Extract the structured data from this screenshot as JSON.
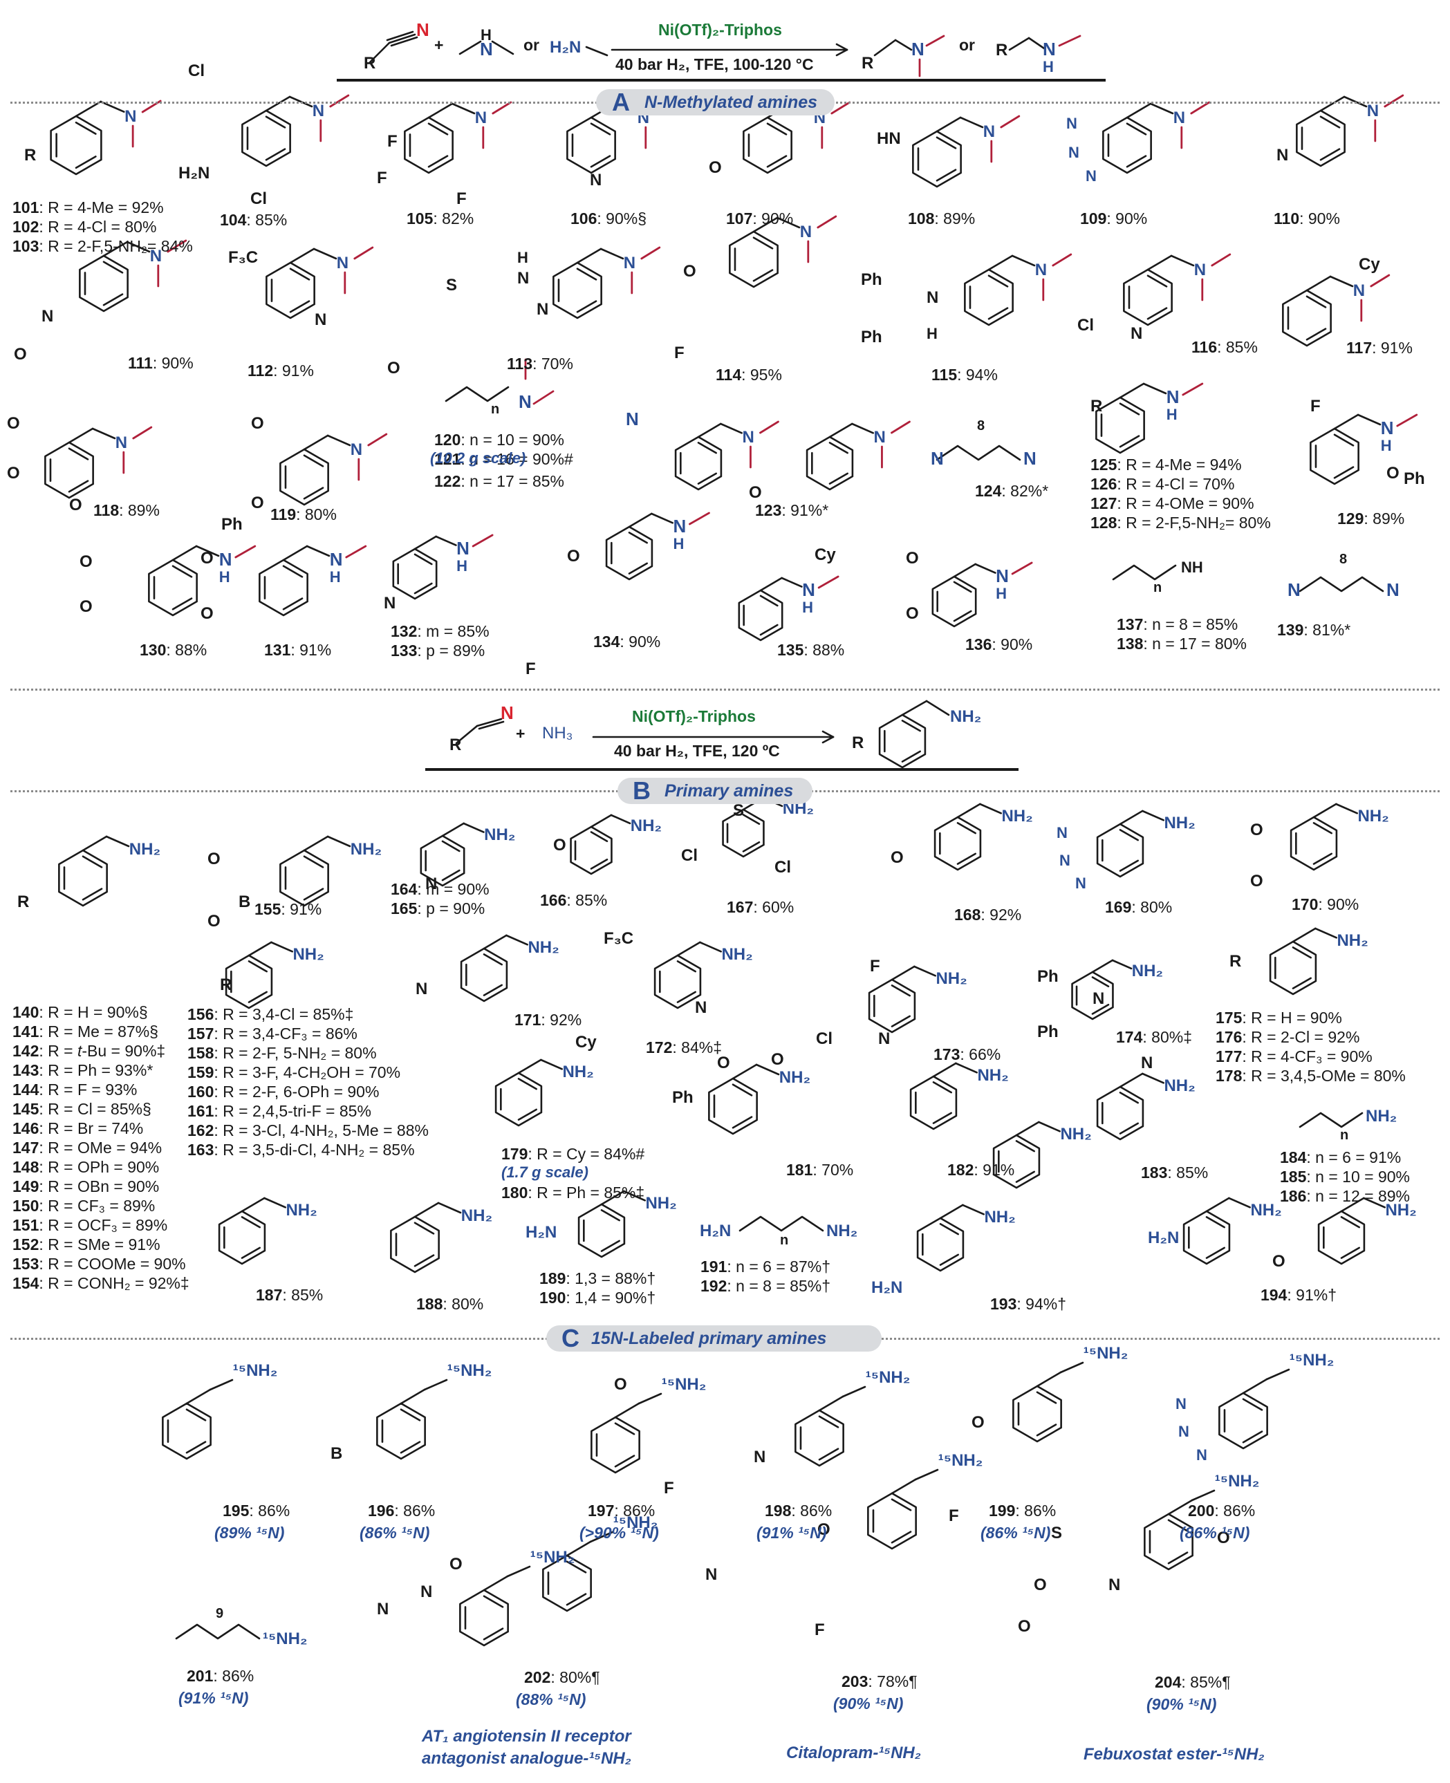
{
  "scheme1": {
    "catalyst": "Ni(OTf)₂-Triphos",
    "conditions": "40 bar H₂, TFE, 100-120 °C",
    "plus": "+",
    "or1": "or",
    "or2": "or",
    "r": "R",
    "n": "N",
    "h": "H",
    "h2n": "H₂N"
  },
  "scheme2": {
    "catalyst": "Ni(OTf)₂-Triphos",
    "conditions": "40 bar H₂, TFE, 120 ºC",
    "plus": "+",
    "nh3": "NH₃",
    "r": "R",
    "n": "N",
    "nh2": "NH₂"
  },
  "sections": {
    "A": {
      "letter": "A",
      "title": "N-Methylated amines"
    },
    "B": {
      "letter": "B",
      "title": "Primary amines"
    },
    "C": {
      "letter": "C",
      "title": "15N-Labeled primary amines"
    }
  },
  "captionsA": [
    {
      "id": "c101",
      "text": "101: R = 4-Me = 92%"
    },
    {
      "id": "c102",
      "text": "102: R = 4-Cl = 80%"
    },
    {
      "id": "c103",
      "text": "103: R = 2-F,5-NH₂= 84%"
    },
    {
      "id": "c104",
      "text": "104: 85%"
    },
    {
      "id": "c105",
      "text": "105: 82%"
    },
    {
      "id": "c106",
      "text": "106: 90%§"
    },
    {
      "id": "c107",
      "text": "107: 90%"
    },
    {
      "id": "c108",
      "text": "108: 89%"
    },
    {
      "id": "c109",
      "text": "109: 90%"
    },
    {
      "id": "c110",
      "text": "110: 90%"
    },
    {
      "id": "c111",
      "text": "111: 90%"
    },
    {
      "id": "c112",
      "text": "112: 91%"
    },
    {
      "id": "c113",
      "text": "113: 70%"
    },
    {
      "id": "c114",
      "text": "114: 95%"
    },
    {
      "id": "c115",
      "text": "115: 94%"
    },
    {
      "id": "c116",
      "text": "116: 85%"
    },
    {
      "id": "c117",
      "text": "117: 91%"
    },
    {
      "id": "c118",
      "text": "118: 89%"
    },
    {
      "id": "c119",
      "text": "119: 80%"
    },
    {
      "id": "c120",
      "text": "120: n = 10 = 90%"
    },
    {
      "id": "c121",
      "text": "121: n = 16 = 90%#"
    },
    {
      "id": "c122",
      "text": "122: n = 17 = 85%"
    },
    {
      "id": "c123",
      "text": "123: 91%*"
    },
    {
      "id": "c124",
      "text": "124: 82%*"
    },
    {
      "id": "c125",
      "text": "125: R = 4-Me = 94%"
    },
    {
      "id": "c126",
      "text": "126: R = 4-Cl = 70%"
    },
    {
      "id": "c127",
      "text": "127: R = 4-OMe = 90%"
    },
    {
      "id": "c128",
      "text": "128: R = 2-F,5-NH₂= 80%"
    },
    {
      "id": "c129",
      "text": "129: 89%"
    },
    {
      "id": "c130",
      "text": "130: 88%"
    },
    {
      "id": "c131",
      "text": "131: 91%"
    },
    {
      "id": "c132",
      "text": "132: m = 85%"
    },
    {
      "id": "c133",
      "text": "133: p = 89%"
    },
    {
      "id": "c134",
      "text": "134: 90%"
    },
    {
      "id": "c135",
      "text": "135: 88%"
    },
    {
      "id": "c136",
      "text": "136: 90%"
    },
    {
      "id": "c137",
      "text": "137: n = 8 = 85%"
    },
    {
      "id": "c138",
      "text": "138: n = 17 = 80%"
    },
    {
      "id": "c139",
      "text": "139: 81%*"
    }
  ],
  "notesA": {
    "scale121": "(10.2 g scale)"
  },
  "captionsB": [
    {
      "id": "c140",
      "text": "140: R = H = 90%§"
    },
    {
      "id": "c141",
      "text": "141: R = Me = 87%§"
    },
    {
      "id": "c142",
      "text": "142: R = t-Bu = 90%‡"
    },
    {
      "id": "c143",
      "text": "143: R = Ph = 93%*"
    },
    {
      "id": "c144",
      "text": "144: R = F = 93%"
    },
    {
      "id": "c145",
      "text": "145: R = Cl = 85%§"
    },
    {
      "id": "c146",
      "text": "146: R = Br = 74%"
    },
    {
      "id": "c147",
      "text": "147: R = OMe = 94%"
    },
    {
      "id": "c148",
      "text": "148: R = OPh = 90%"
    },
    {
      "id": "c149",
      "text": "149: R = OBn = 90%"
    },
    {
      "id": "c150",
      "text": "150: R = CF₃ = 89%"
    },
    {
      "id": "c151",
      "text": "151: R = OCF₃ = 89%"
    },
    {
      "id": "c152",
      "text": "152: R = SMe = 91%"
    },
    {
      "id": "c153",
      "text": "153: R = COOMe = 90%"
    },
    {
      "id": "c154",
      "text": "154: R = CONH₂ = 92%‡"
    },
    {
      "id": "c155",
      "text": "155: 91%"
    },
    {
      "id": "c156",
      "text": "156: R = 3,4-Cl = 85%‡"
    },
    {
      "id": "c157",
      "text": "157: R = 3,4-CF₃ = 86%"
    },
    {
      "id": "c158",
      "text": "158: R = 2-F, 5-NH₂ = 80%"
    },
    {
      "id": "c159",
      "text": "159: R = 3-F, 4-CH₂OH = 70%"
    },
    {
      "id": "c160",
      "text": "160: R = 2-F, 6-OPh = 90%"
    },
    {
      "id": "c161",
      "text": "161: R = 2,4,5-tri-F = 85%"
    },
    {
      "id": "c162",
      "text": "162: R = 3-Cl, 4-NH₂, 5-Me = 88%"
    },
    {
      "id": "c163",
      "text": "163: R = 3,5-di-Cl, 4-NH₂ = 85%"
    },
    {
      "id": "c164",
      "text": "164: m = 90%"
    },
    {
      "id": "c165",
      "text": "165: p = 90%"
    },
    {
      "id": "c166",
      "text": "166: 85%"
    },
    {
      "id": "c167",
      "text": "167: 60%"
    },
    {
      "id": "c168",
      "text": "168: 92%"
    },
    {
      "id": "c169",
      "text": "169: 80%"
    },
    {
      "id": "c170",
      "text": "170: 90%"
    },
    {
      "id": "c171",
      "text": "171: 92%"
    },
    {
      "id": "c172",
      "text": "172: 84%‡"
    },
    {
      "id": "c173",
      "text": "173: 66%"
    },
    {
      "id": "c174",
      "text": "174: 80%‡"
    },
    {
      "id": "c175",
      "text": "175: R = H = 90%"
    },
    {
      "id": "c176",
      "text": "176: R = 2-Cl = 92%"
    },
    {
      "id": "c177",
      "text": "177: R = 4-CF₃ = 90%"
    },
    {
      "id": "c178",
      "text": "178: R = 3,4,5-OMe = 80%"
    },
    {
      "id": "c179",
      "text": "179: R = Cy = 84%#"
    },
    {
      "id": "c180",
      "text": "180: R = Ph = 85%‡"
    },
    {
      "id": "c181",
      "text": "181: 70%"
    },
    {
      "id": "c182",
      "text": "182: 91%"
    },
    {
      "id": "c183",
      "text": "183: 85%"
    },
    {
      "id": "c184",
      "text": "184: n = 6 = 91%"
    },
    {
      "id": "c185",
      "text": "185: n = 10 = 90%"
    },
    {
      "id": "c186",
      "text": "186: n = 12 = 89%"
    },
    {
      "id": "c187",
      "text": "187: 85%"
    },
    {
      "id": "c188",
      "text": "188: 80%"
    },
    {
      "id": "c189",
      "text": "189: 1,3 = 88%†"
    },
    {
      "id": "c190",
      "text": "190: 1,4 = 90%†"
    },
    {
      "id": "c191",
      "text": "191: n = 6 = 87%†"
    },
    {
      "id": "c192",
      "text": "192: n = 8 = 85%†"
    },
    {
      "id": "c193",
      "text": "193: 94%†"
    },
    {
      "id": "c194",
      "text": "194: 91%†"
    }
  ],
  "notesB": {
    "scale179": "(1.7 g scale)"
  },
  "captionsC": [
    {
      "id": "c195",
      "text": "195: 86%",
      "iso": "(89% ¹⁵N)"
    },
    {
      "id": "c196",
      "text": "196: 86%",
      "iso": "(86% ¹⁵N)"
    },
    {
      "id": "c197",
      "text": "197: 86%",
      "iso": "(>90% ¹⁵N)"
    },
    {
      "id": "c198",
      "text": "198: 86%",
      "iso": "(91% ¹⁵N)"
    },
    {
      "id": "c199",
      "text": "199: 86%",
      "iso": "(86% ¹⁵N)"
    },
    {
      "id": "c200",
      "text": "200: 86%",
      "iso": "(86% ¹⁵N)"
    },
    {
      "id": "c201",
      "text": "201: 86%",
      "iso": "(91% ¹⁵N)"
    },
    {
      "id": "c202",
      "text": "202: 80%¶",
      "iso": "(88% ¹⁵N)"
    },
    {
      "id": "c203",
      "text": "203: 78%¶",
      "iso": "(90% ¹⁵N)"
    },
    {
      "id": "c204",
      "text": "204: 85%¶",
      "iso": "(90% ¹⁵N)"
    }
  ],
  "drugnames": {
    "d202a": "AT₁ angiotensin II receptor",
    "d202b": "antagonist analogue-¹⁵NH₂",
    "d203": "Citalopram-¹⁵NH₂",
    "d204": "Febuxostat ester-¹⁵NH₂"
  },
  "atoms": {
    "nh2": "NH₂",
    "n15h2": "¹⁵NH₂",
    "n": "N",
    "nh": "NH",
    "hn": "HN",
    "h2n": "H₂N",
    "h": "H",
    "r": "R",
    "cl": "Cl",
    "f": "F",
    "f3c": "F₃C",
    "o": "O",
    "s": "S",
    "b": "B",
    "ph": "Ph",
    "cy": "Cy",
    "n_sub": "n",
    "eight": "8",
    "nine": "9"
  },
  "colors": {
    "amine_blue": "#2c4f95",
    "catalyst_green": "#1b7a38",
    "nitrile_red": "#d9242f",
    "methyl_red": "#b0203a",
    "pill_grey": "#d9dbde"
  }
}
